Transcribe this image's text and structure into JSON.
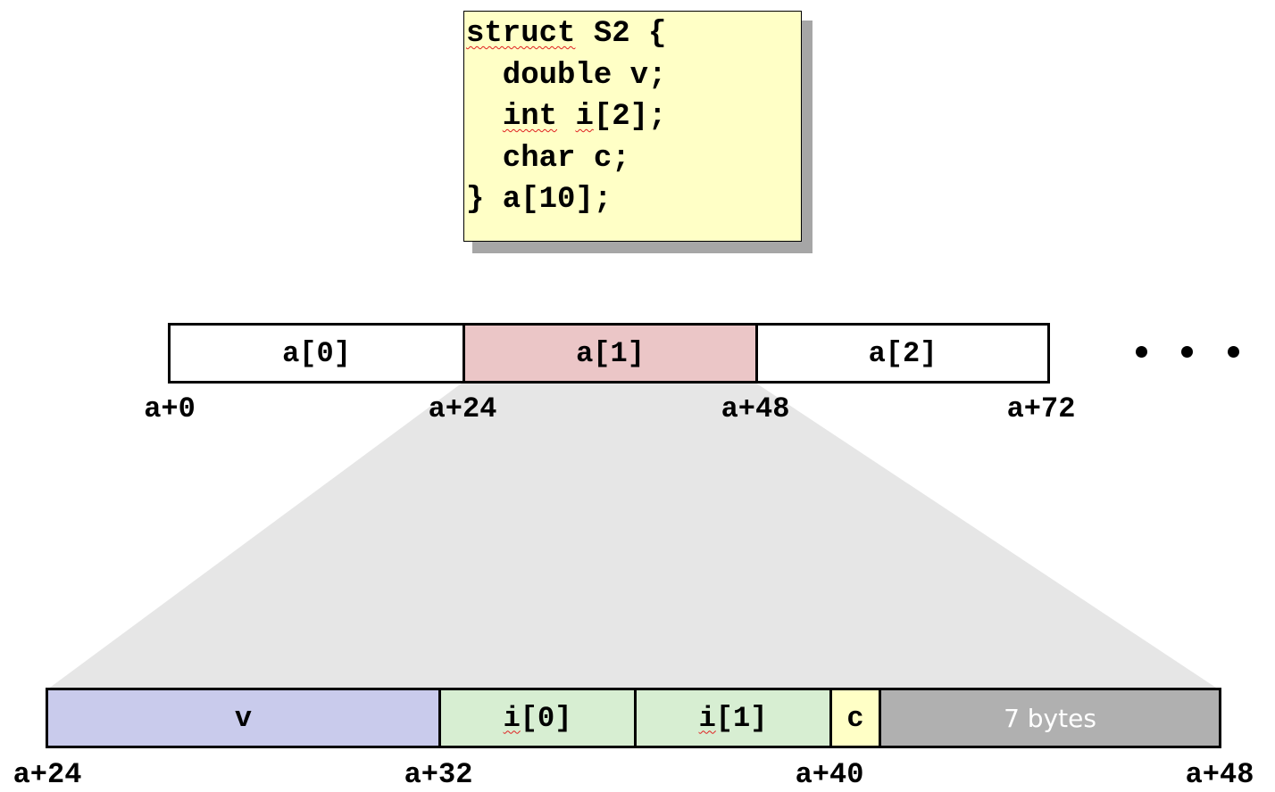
{
  "code": {
    "kw_struct": "struct",
    "line1_rest": " S2 {",
    "line2": "  double v;",
    "kw_int": "int",
    "kw_i": "i",
    "line3_rest": "[2];",
    "line4": "  char c;",
    "line5": "} a[10];"
  },
  "array": {
    "cells": [
      "a[0]",
      "a[1]",
      "a[2]"
    ],
    "offsets": [
      "a+0",
      "a+24",
      "a+48",
      "a+72"
    ]
  },
  "layout": {
    "v": "v",
    "i0_name": "i",
    "i0_index": "[0]",
    "i1_name": "i",
    "i1_index": "[1]",
    "c": "c",
    "pad": "7 bytes",
    "offsets": [
      "a+24",
      "a+32",
      "a+40",
      "a+48"
    ]
  },
  "colors": {
    "code_bg": "#ffffc6",
    "highlight": "#ebc6c7",
    "v": "#c9cbec",
    "int": "#d7eed2",
    "char": "#ffffc6",
    "padding": "#b0b0b0",
    "zoom": "#e6e6e6"
  }
}
